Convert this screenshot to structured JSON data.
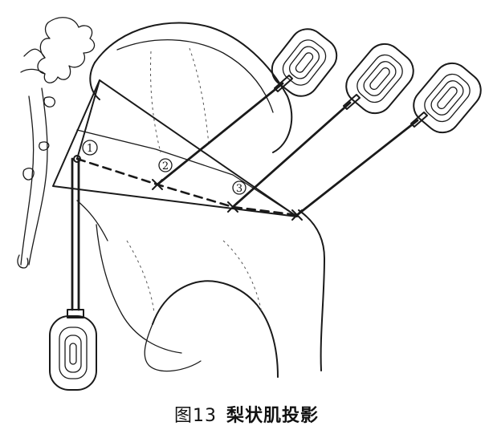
{
  "caption": {
    "figure_no": "图13",
    "title": "梨状肌投影"
  },
  "markers": {
    "m1": "1",
    "m2": "2",
    "m3": "3"
  }
}
